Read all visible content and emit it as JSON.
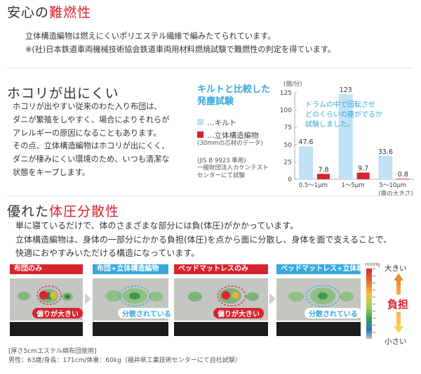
{
  "sec1": {
    "title_a": "安心の",
    "title_b": "難燃性",
    "lines": [
      "立体構造編物は燃えにくいポリエステル繊維で編みたてられています。",
      "※(社)日本鉄道車両機械技術協会鉄道車両用材料燃焼試験で難燃性の判定を得ています。"
    ]
  },
  "sec2": {
    "title": "ホコリが出にくい",
    "lines": [
      "ホコリが出やすい従来のわた入り布団は、",
      "ダニが繁殖をしやすく、場合によりそれらが",
      "アレルギーの原因になることもあります。",
      "その点、立体構造編物はホコリが出にくく、",
      "ダニが棲みにくい環境のため、いつも清潔な",
      "状態をキープします。"
    ]
  },
  "chart_meta": {
    "title_lines": [
      "キルトと比較した",
      "発塵試験"
    ],
    "legend_quilt": "…キルト",
    "legend_structure": "…立体構造編物",
    "legend_note": "(30mmの芯材のデータ)",
    "standard": "(JIS B 9923 準用)",
    "org_lines": [
      "一般財団法人カケンテスト",
      "センターにて試験"
    ],
    "unit": "(個/分)",
    "annotation_lines": [
      "ドラムの中で回転させ",
      "どのくらいの塵がでるか",
      "試験しました。"
    ],
    "x_note": "(塵の大きさ)",
    "colors": {
      "quilt": "#bfe3f5",
      "structure": "#d9232e",
      "accent": "#3aa9de"
    }
  },
  "chart_data": {
    "type": "bar",
    "categories": [
      "0.5～1μm",
      "1～5μm",
      "5～10μm"
    ],
    "series": [
      {
        "name": "キルト",
        "values": [
          47.6,
          123,
          33.6
        ]
      },
      {
        "name": "立体構造編物",
        "values": [
          7.8,
          9.7,
          0.8
        ]
      }
    ],
    "yticks": [
      "0",
      "25",
      "50",
      "75",
      "100",
      "125"
    ],
    "ylim": [
      0,
      125
    ],
    "ylabel": "(個/分)",
    "xlabel": "(塵の大きさ)"
  },
  "sec3": {
    "title_a": "優れた",
    "title_b": "体圧分散性",
    "lines": [
      "単に寝ているだけで、体のさまざまな部分には負(体圧)がかかっています。",
      "立体構造編物は、身体の一部分にかかる負担(体圧)を点から面に分散し、身体を面で支えることで、",
      "快適におやすみいただける構造になっています。"
    ],
    "banners": [
      "布団のみ",
      "布団+立体構造編物",
      "ベッドマットレスのみ",
      "ベッドマットレス+立体構造編物"
    ],
    "tags": [
      "偏りが大きい",
      "分散されている",
      "偏りが大きい",
      "分散されている"
    ],
    "scale_high": "大きい",
    "scale_mid": "負担",
    "scale_low": "小さい",
    "scale_unit": "mmHg",
    "note_lines": [
      "[厚さ5cmエステル綿布団使用]",
      "男性：63歳/身長：171cm/体重：60kg（福井県工業技術センターにて自社試験）"
    ]
  }
}
